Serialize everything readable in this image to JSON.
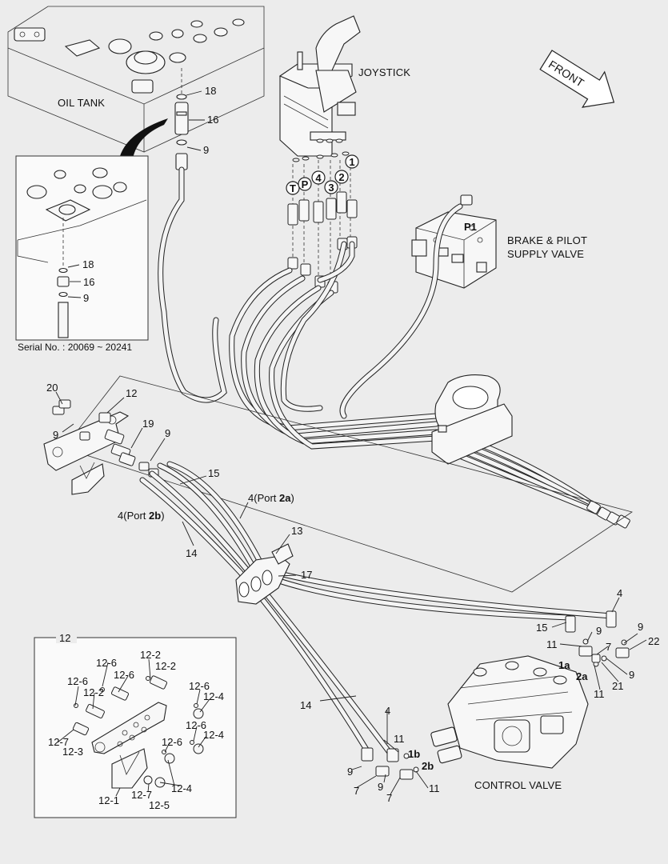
{
  "labels": {
    "oil_tank": "OIL TANK",
    "joystick": "JOYSTICK",
    "front": "FRONT",
    "brake_valve_line1": "BRAKE & PILOT",
    "brake_valve_line2": "SUPPLY VALVE",
    "control_valve": "CONTROL VALVE",
    "serial_no": "Serial No. : 20069 ~ 20241",
    "port_p1": "P1"
  },
  "joystick_ports": [
    "T",
    "P",
    "4",
    "3",
    "2",
    "1"
  ],
  "port_labels": {
    "port_2a": [
      "4",
      "(Port ",
      "2a",
      ")"
    ],
    "port_2b": [
      "4",
      "(Port ",
      "2b",
      ")"
    ],
    "ports_bold": [
      "1a",
      "2a",
      "1b",
      "2b"
    ]
  },
  "inset_top": {
    "parts": [
      "18",
      "16",
      "9"
    ]
  },
  "main_tank": {
    "parts": [
      "18",
      "16",
      "9"
    ]
  },
  "bracket_area": {
    "parts": [
      "20",
      "12",
      "9",
      "19",
      "9",
      "15",
      "14",
      "13",
      "17"
    ]
  },
  "valve_area": {
    "parts": [
      "4",
      "15",
      "9",
      "9",
      "22",
      "11",
      "7",
      "1a",
      "2a",
      "21",
      "9",
      "11",
      "14",
      "4",
      "11",
      "1b",
      "2b",
      "9",
      "9",
      "7",
      "7",
      "11"
    ]
  },
  "inset_bottom": {
    "title": "12",
    "parts": [
      "12-6",
      "12-2",
      "12-6",
      "12-2",
      "12-6",
      "12-2",
      "12-6",
      "12-4",
      "12-6",
      "12-4",
      "12-7",
      "12-3",
      "12-6",
      "12-4",
      "12-1",
      "12-7",
      "12-5"
    ]
  }
}
